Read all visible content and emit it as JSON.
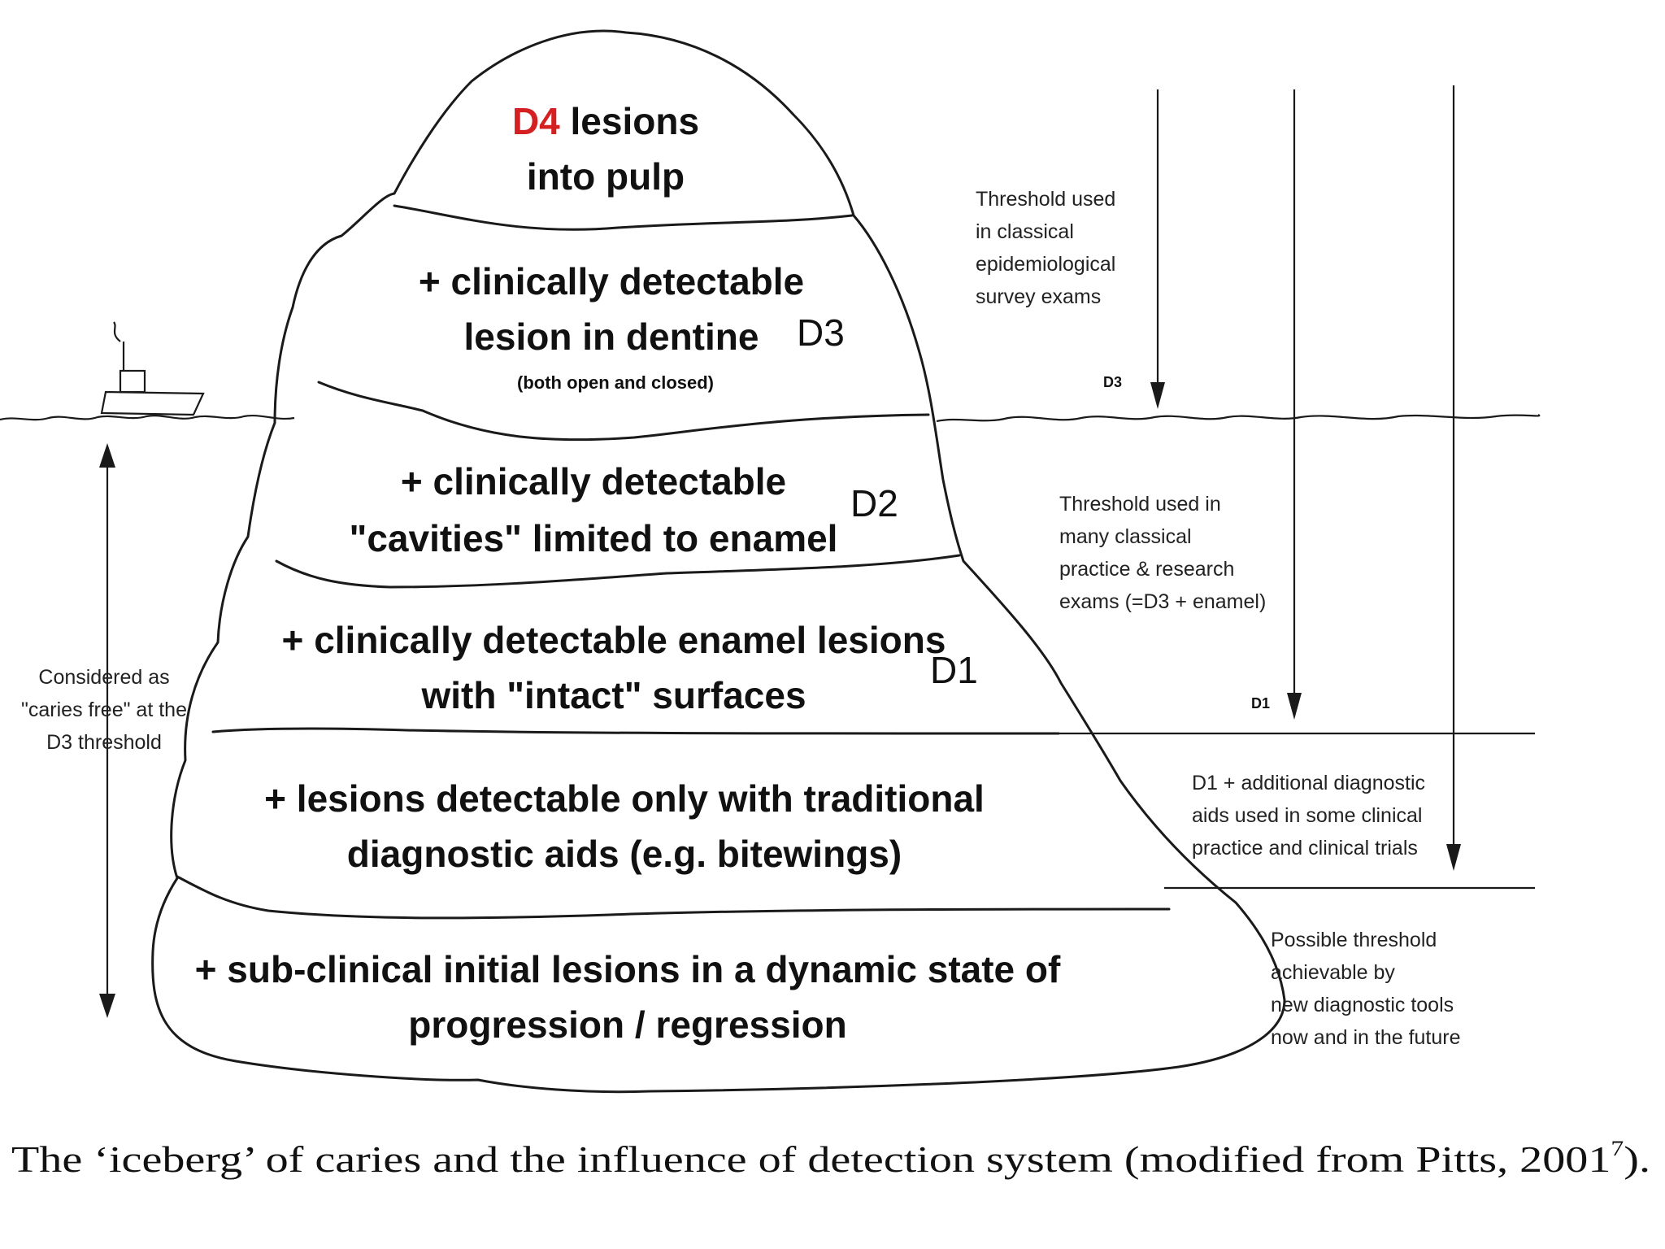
{
  "layers": [
    {
      "code": "D4",
      "code_color": "#d42020",
      "line1_rest": " lesions",
      "line2": "into pulp"
    },
    {
      "line1": "+ clinically detectable",
      "line2": "lesion in dentine",
      "note": "(both open and closed)",
      "code": "D3",
      "code_color": "#e2a11c"
    },
    {
      "line1": "+ clinically detectable",
      "line2": "\"cavities\" limited to enamel",
      "code": "D2",
      "code_color": "#2a69b5"
    },
    {
      "line1": "+ clinically detectable enamel lesions",
      "line2": "with \"intact\" surfaces",
      "code": "D1",
      "code_color": "#3ab34a"
    },
    {
      "line1": "+ lesions detectable only with traditional",
      "line2": "diagnostic aids (e.g. bitewings)"
    },
    {
      "line1": "+ sub-clinical initial lesions in a dynamic state of",
      "line2": "progression / regression"
    }
  ],
  "left_annotation": [
    "Considered as",
    "\"caries free\" at the",
    "D3 threshold"
  ],
  "thresholds": [
    {
      "lines": [
        "Threshold used",
        "in classical",
        "epidemiological",
        "survey exams"
      ],
      "arrow_label": "D3"
    },
    {
      "lines": [
        "Threshold used in",
        "many classical",
        "practice & research",
        "exams (=D3 + enamel)"
      ],
      "arrow_label": "D1"
    },
    {
      "lines": [
        "D1 + additional diagnostic",
        "aids used in some clinical",
        "practice and clinical trials"
      ]
    },
    {
      "lines": [
        "Possible threshold",
        "achievable by",
        "new diagnostic tools",
        "now and in the future"
      ]
    }
  ],
  "caption": {
    "text": "The ‘iceberg’ of caries and the influence of detection system (modified from Pitts, 2001",
    "superscript": "7",
    "suffix": ")."
  }
}
